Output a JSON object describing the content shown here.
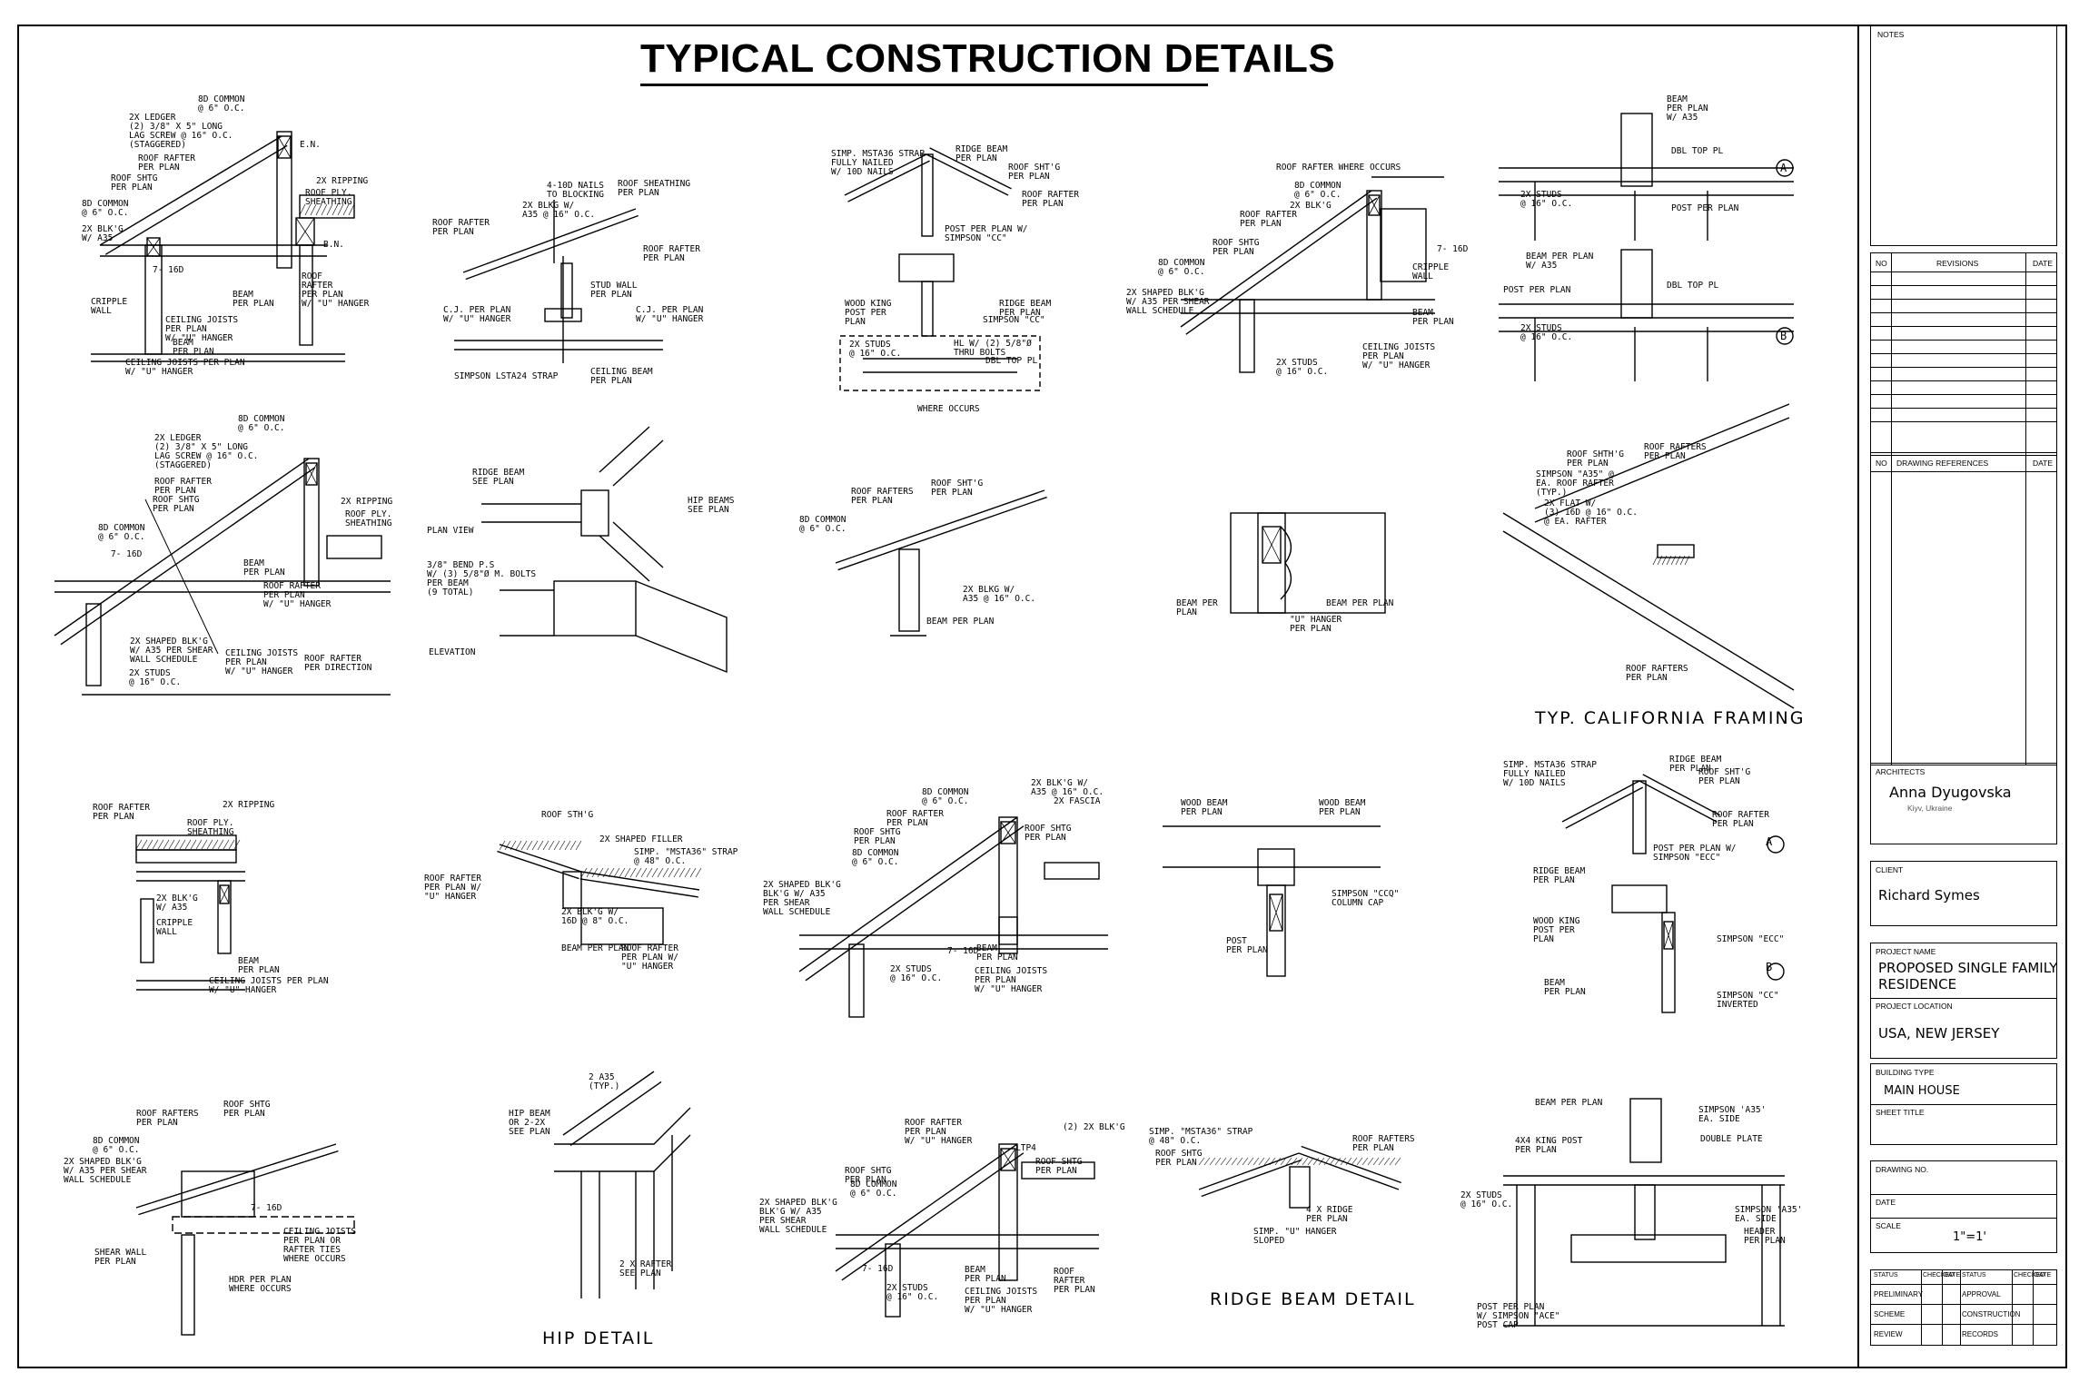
{
  "title": "TYPICAL CONSTRUCTION DETAILS",
  "captions": {
    "california": "TYP. CALIFORNIA FRAMING",
    "hip": "HIP DETAIL",
    "ridge": "RIDGE BEAM DETAIL"
  },
  "labels": {
    "d1": [
      "8d COMMON\n@ 6\" O.C.",
      "2x LEDGER\n(2) 3/8\" x 5\" LONG\nLAG SCREW @ 16\" O.C.\n(STAGGERED)",
      "ROOF RAFTER\nPER PLAN",
      "ROOF SHTG\nPER PLAN",
      "8d COMMON\n@ 6\" O.C.",
      "2x BLK'G\nW/ A35",
      "2x RIPPING",
      "ROOF PLY.\nSHEATHING",
      "E.N.",
      "B.N.",
      "7- 16d",
      "CRIPPLE\nWALL",
      "CEILING JOISTS\nPER PLAN\nw/ \"U\" HANGER",
      "BEAM\nPER PLAN",
      "ROOF\nRAFTER\nPER PLAN\nw/ \"U\" HANGER",
      "BEAM\nPER PLAN",
      "CEILING JOISTS PER PLAN\nw/ \"U\" HANGER"
    ],
    "d2": [
      "4-10d NAILS\nTO BLOCKING",
      "2x BLKG W/\nA35 @ 16\" O.C.",
      "ROOF SHEATHING\nPER PLAN",
      "ROOF RAFTER\nPER PLAN",
      "ROOF RAFTER\nPER PLAN",
      "STUD WALL\nPER PLAN",
      "C.J. PER PLAN\nW/ \"U\" HANGER",
      "C.J. PER PLAN\nW/ \"U\" HANGER",
      "SIMPSON LSTA24 STRAP",
      "CEILING BEAM\nPER PLAN"
    ],
    "d3": [
      "SIMP. MSTA36 STRAP\nFULLY NAILED\nW/ 10d NAILS",
      "RIDGE BEAM\nPER PLAN",
      "ROOF SHT'G\nPER PLAN",
      "ROOF RAFTER\nPER PLAN",
      "POST PER PLAN W/\nSIMPSON \"CC\"",
      "WOOD KING\nPOST PER\nPLAN",
      "RIDGE BEAM\nPER PLAN",
      "SIMPSON \"CC\"",
      "2x STUDS\n@ 16\" O.C.",
      "HL W/ (2) 5/8\"ø\nTHRU BOLTS",
      "DBL TOP PL",
      "WHERE OCCURS"
    ],
    "d4": [
      "ROOF RAFTER WHERE OCCURS",
      "8d COMMON\n@ 6\" O.C.",
      "2x BLK'G",
      "ROOF RAFTER\nPER PLAN",
      "ROOF SHTG\nPER PLAN",
      "8d COMMON\n@ 6\" O.C.",
      "2x SHAPED BLK'G\nW/ A35 PER SHEAR\nWALL SCHEDULE",
      "7- 16d",
      "CRIPPLE\nWALL",
      "BEAM\nPER PLAN",
      "CEILING JOISTS\nPER PLAN\nw/ \"U\" HANGER",
      "2x STUDS\n@ 16\" O.C."
    ],
    "d5": [
      "BEAM\nPER PLAN\nW/ A35",
      "DBL TOP PL",
      "2x STUDS\n@ 16\" O.C.",
      "POST PER PLAN",
      "BEAM PER PLAN\nW/ A35",
      "POST PER PLAN",
      "DBL TOP PL",
      "2x STUDS\n@ 16\" O.C.",
      "A",
      "B"
    ],
    "d6": [
      "8d COMMON\n@ 6\" O.C.",
      "2x LEDGER\n(2) 3/8\" x 5\" LONG\nLAG SCREW @ 16\" O.C.\n(STAGGERED)",
      "ROOF RAFTER\nPER PLAN",
      "ROOF SHTG\nPER PLAN",
      "2x RIPPING",
      "ROOF PLY.\nSHEATHING",
      "8d COMMON\n@ 6\" O.C.",
      "7- 16d",
      "BEAM\nPER PLAN",
      "ROOF RAFTER\nPER PLAN\nw/ \"U\" HANGER",
      "2x SHAPED BLK'G\nW/ A35 PER SHEAR\nWALL SCHEDULE",
      "CEILING JOISTS\nPER PLAN\nw/ \"U\" HANGER",
      "ROOF RAFTER\nPER DIRECTION",
      "2x STUDS\n@ 16\" O.C."
    ],
    "d7": [
      "RIDGE BEAM\nSEE PLAN",
      "PLAN VIEW",
      "HIP BEAMS\nSEE PLAN",
      "3/8\" BEND P.S\nW/ (3) 5/8\"ø M. BOLTS\nPER BEAM\n(9 TOTAL)",
      "ELEVATION"
    ],
    "d8": [
      "ROOF RAFTERS\nPER PLAN",
      "ROOF SHT'G\nPER PLAN",
      "8d COMMON\n@ 6\" O.C.",
      "2x BLKG W/\nA35 @ 16\" O.C.",
      "BEAM PER PLAN"
    ],
    "d9": [
      "BEAM PER\nPLAN",
      "BEAM PER PLAN",
      "\"U\" HANGER\nPER PLAN"
    ],
    "d10": [
      "ROOF SHTH'G\nPER PLAN",
      "ROOF RAFTERS\nPER PLAN",
      "SIMPSON \"A35\" @\nEA. ROOF RAFTER\n(TYP.)",
      "2x FLAT w/\n(3) 16d @ 16\" O.C.\n@ EA. RAFTER",
      "ROOF RAFTERS\nPER PLAN"
    ],
    "d11": [
      "ROOF RAFTER\nPER PLAN",
      "2x RIPPING",
      "ROOF PLY.\nSHEATHING",
      "2x BLK'G\nW/ A35",
      "CRIPPLE\nWALL",
      "BEAM\nPER PLAN",
      "CEILING JOISTS PER PLAN\nw/ \"U\" HANGER"
    ],
    "d12": [
      "ROOF STH'G",
      "2x SHAPED FILLER",
      "SIMP. \"MSTA36\" STRAP\n@ 48\" O.C.",
      "ROOF RAFTER\nPER PLAN W/\n\"U\" HANGER",
      "2x BLK'G W/\n16d @ 8\" O.C.",
      "BEAM PER PLAN",
      "ROOF RAFTER\nPER PLAN W/\n\"U\" HANGER"
    ],
    "d13": [
      "8d COMMON\n@ 6\" O.C.",
      "2x BLK'G w/\nA35 @ 16\" O.C.",
      "2x FASCIA",
      "ROOF RAFTER\nPER PLAN",
      "ROOF SHTG\nPER PLAN",
      "ROOF SHTG\nPER PLAN",
      "8d COMMON\n@ 6\" O.C.",
      "2x SHAPED BLK'G\nBLK'G W/ A35\nPER SHEAR\nWALL SCHEDULE",
      "7- 16d",
      "BEAM\nPER PLAN",
      "CEILING JOISTS\nPER PLAN\nw/ \"U\" HANGER",
      "2x STUDS\n@ 16\" O.C."
    ],
    "d14": [
      "WOOD BEAM\nPER PLAN",
      "WOOD BEAM\nPER PLAN",
      "SIMPSON \"CCQ\"\nCOLUMN CAP",
      "POST\nPER PLAN"
    ],
    "d15": [
      "SIMP. MSTA36 STRAP\nFULLY NAILED\nW/ 10d NAILS",
      "RIDGE BEAM\nPER PLAN",
      "ROOF SHT'G\nPER PLAN",
      "ROOF RAFTER\nPER PLAN",
      "POST PER PLAN W/\nSIMPSON \"ECC\"",
      "RIDGE BEAM\nPER PLAN",
      "WOOD KING\nPOST PER\nPLAN",
      "SIMPSON \"ECC\"",
      "BEAM\nPER PLAN",
      "SIMPSON \"CC\"\nINVERTED",
      "A",
      "B"
    ],
    "d16": [
      "ROOF RAFTERS\nPER PLAN",
      "ROOF SHTG\nPER PLAN",
      "8d COMMON\n@ 6\" O.C.",
      "2x SHAPED BLK'G\nW/ A35 PER SHEAR\nWALL SCHEDULE",
      "7- 16d",
      "CEILING JOISTS\nPER PLAN OR\nRAFTER TIES\nWHERE OCCURS",
      "SHEAR WALL\nPER PLAN",
      "HDR PER PLAN\nWHERE OCCURS"
    ],
    "d17": [
      "2 A35\n(TYP.)",
      "HIP BEAM\nOR 2-2x\nSEE PLAN",
      "2 x RAFTER\nSEE PLAN"
    ],
    "d18": [
      "ROOF RAFTER\nPER PLAN\nw/ \"U\" HANGER",
      "(2) 2x BLK'G",
      "LTP4",
      "ROOF SHTG\nPER PLAN",
      "ROOF SHTG\nPER PLAN",
      "8d COMMON\n@ 6\" O.C.",
      "2x SHAPED BLK'G\nBLK'G W/ A35\nPER SHEAR\nWALL SCHEDULE",
      "7- 16d",
      "BEAM\nPER PLAN",
      "CEILING JOISTS\nPER PLAN\nw/ \"U\" HANGER",
      "ROOF\nRAFTER\nPER PLAN",
      "2x STUDS\n@ 16\" O.C."
    ],
    "d19": [
      "SIMP. \"MSTA36\" STRAP\n@ 48\" O.C.",
      "ROOF RAFTERS\nPER PLAN",
      "ROOF SHTG\nPER PLAN",
      "4 X RIDGE\nPER PLAN",
      "SIMP. \"U\" HANGER\nSLOPED"
    ],
    "d20": [
      "BEAM PER PLAN",
      "SIMPSON 'A35'\nEA. SIDE",
      "4x4 KING POST\nPER PLAN",
      "DOUBLE PLATE",
      "2x STUDS\n@ 16\" O.C.",
      "SIMPSON 'A35'\nEA. SIDE",
      "HEADER\nPER PLAN",
      "POST PER PLAN\nW/ SIMPSON \"ACE\"\nPOST CAP"
    ]
  },
  "title_block": {
    "notes_label": "NOTES",
    "revisions_headers": [
      "NO",
      "REVISIONS",
      "DATE"
    ],
    "references_headers": [
      "NO",
      "DRAWING REFERENCES",
      "DATE"
    ],
    "architects_label": "ARCHITECTS",
    "architect_name": "Anna Dyugovska",
    "architect_location": "Kiyv, Ukraine",
    "client_label": "CLIENT",
    "client_name": "Richard Symes",
    "project_name_label": "PROJECT NAME",
    "project_name": "PROPOSED SINGLE FAMILY\nRESIDENCE",
    "project_location_label": "PROJECT LOCATION",
    "project_location": "USA, NEW JERSEY",
    "building_type_label": "BUILDING TYPE",
    "building_type": "MAIN HOUSE",
    "sheet_title_label": "SHEET TITLE",
    "drawing_no_label": "DRAWING NO.",
    "date_label": "DATE",
    "scale_label": "SCALE",
    "scale_value": "1\"=1'",
    "status_headers": [
      "STATUS",
      "CHECKED",
      "DATE",
      "STATUS",
      "CHECKED",
      "DATE"
    ],
    "status_rows": [
      [
        "PRELIMINARY",
        "APPROVAL"
      ],
      [
        "SCHEME",
        "CONSTRUCTION"
      ],
      [
        "REVIEW",
        "RECORDS"
      ]
    ]
  }
}
